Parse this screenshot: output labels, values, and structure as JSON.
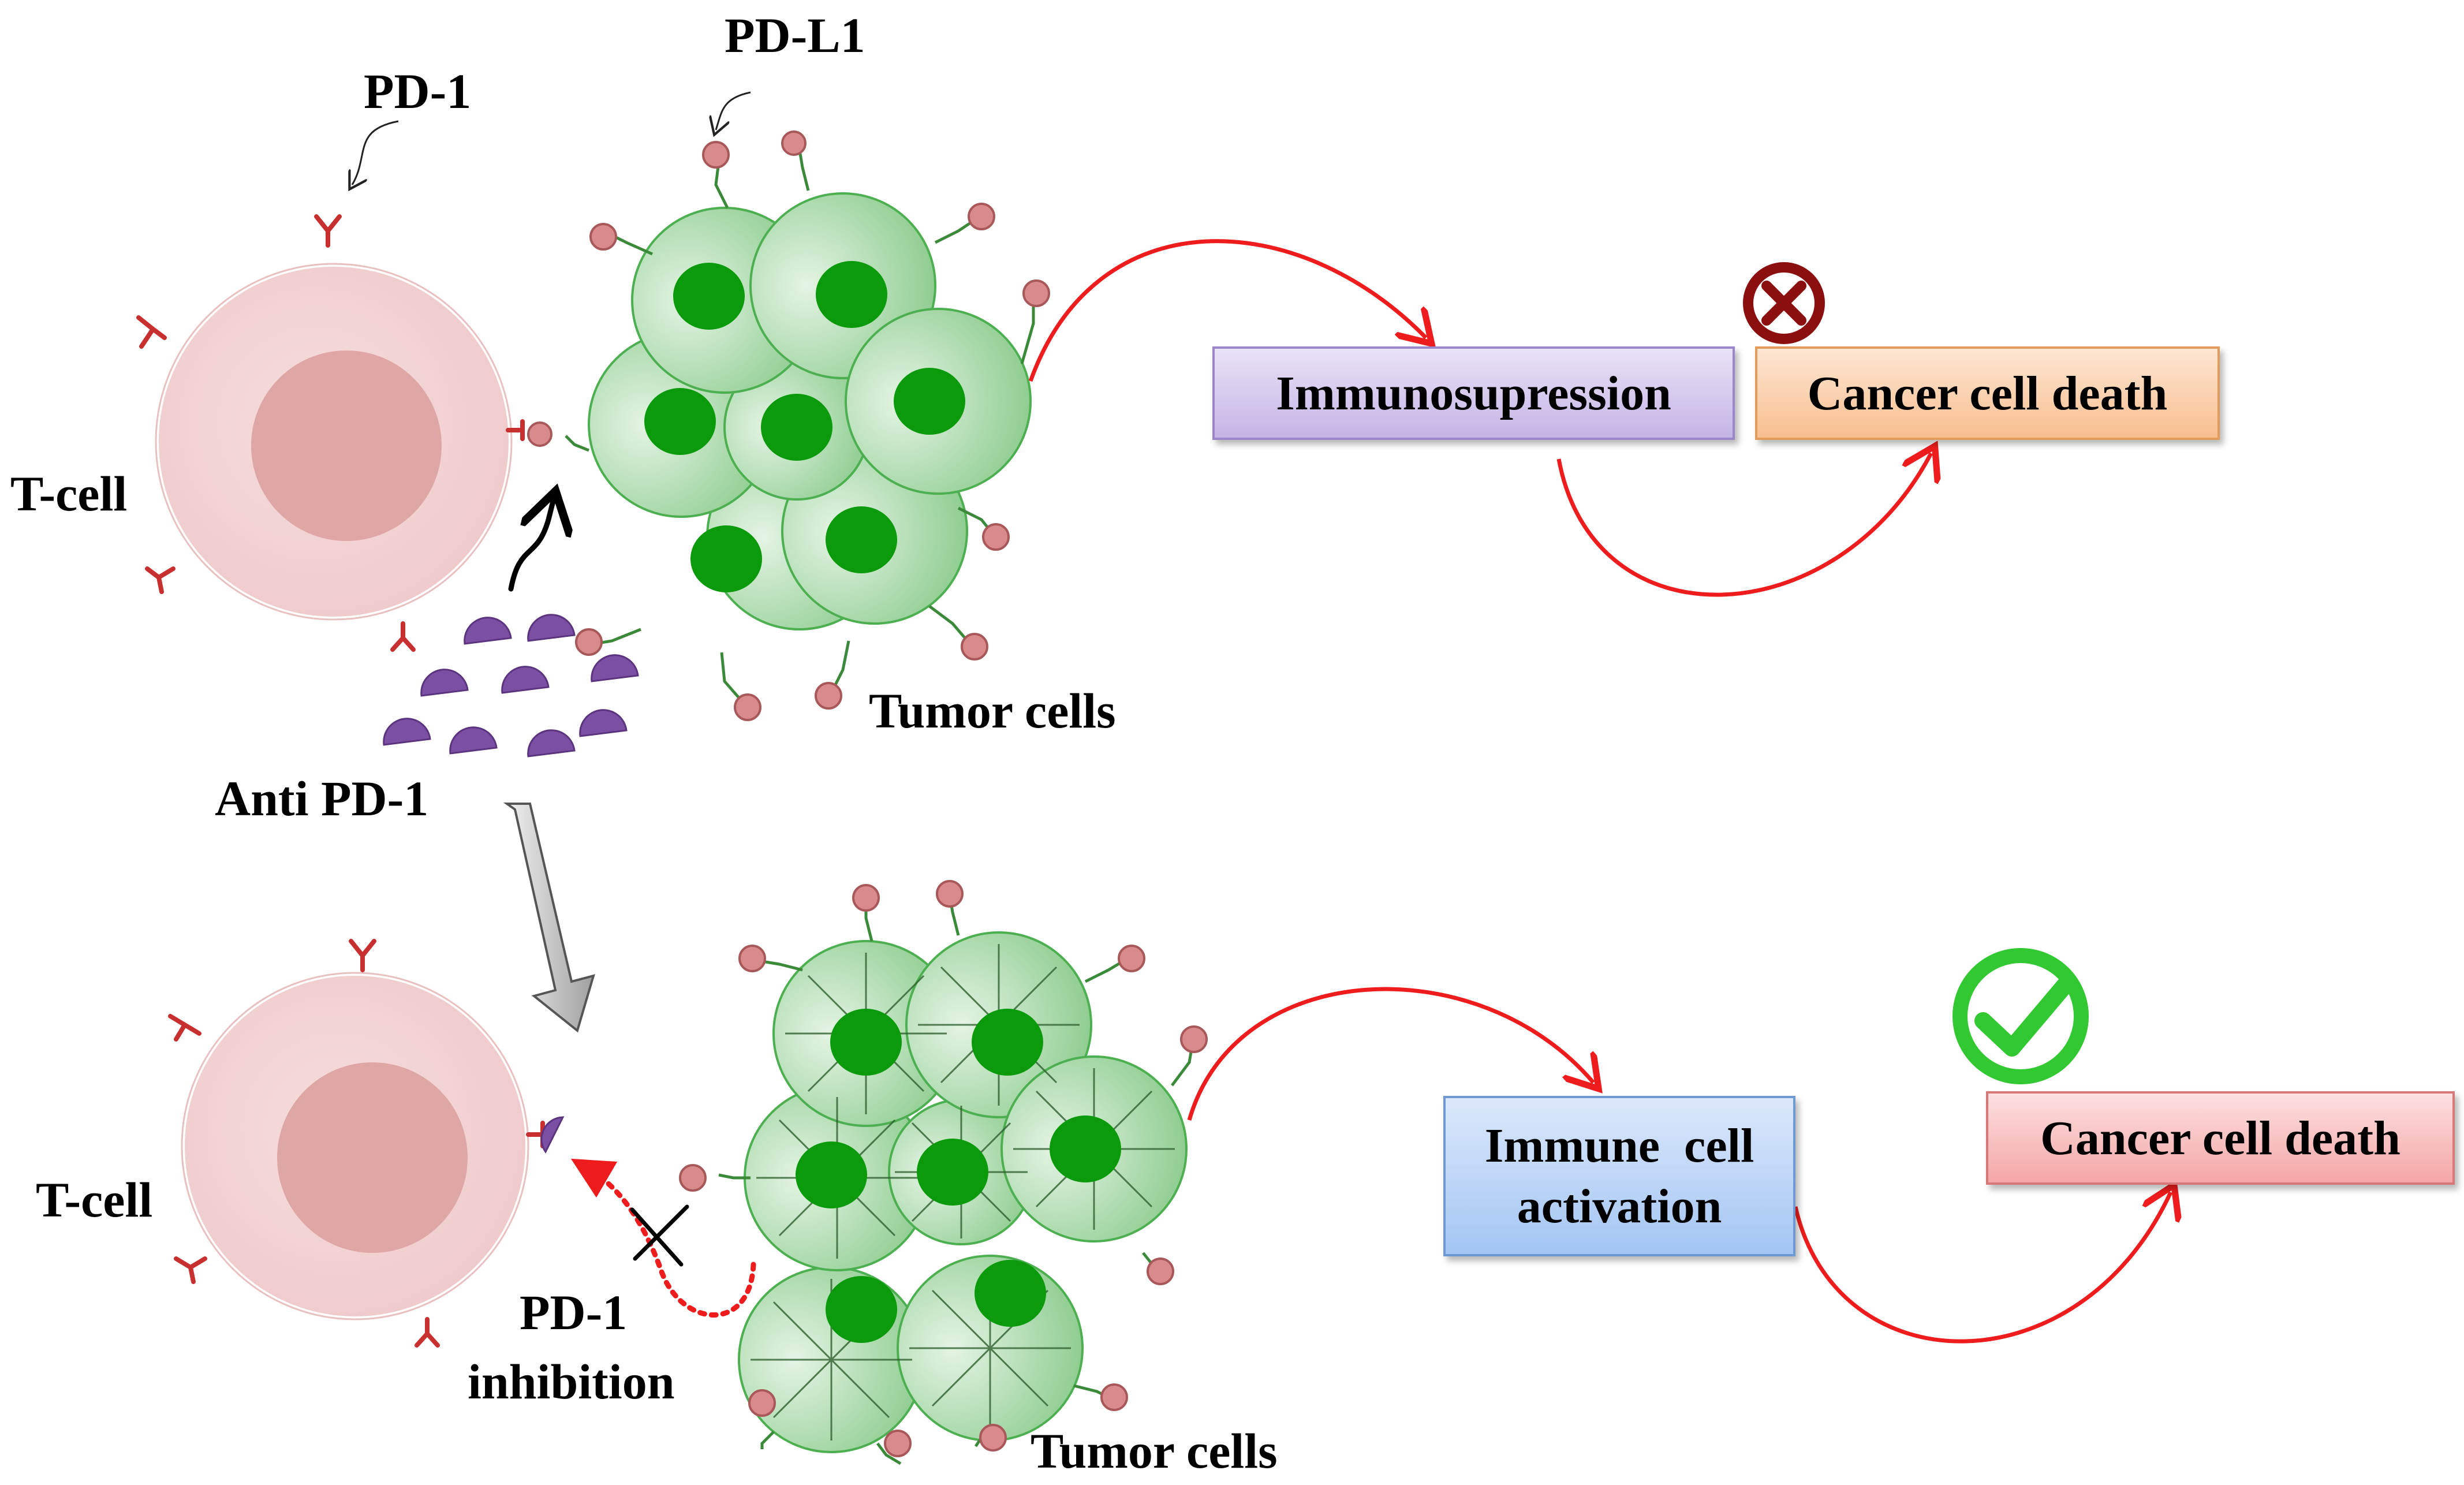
{
  "labels": {
    "pd1": "PD-1",
    "pdl1": "PD-L1",
    "tcell_top": "T-cell",
    "tcell_bottom": "T-cell",
    "tumor_top": "Tumor cells",
    "tumor_bottom": "Tumor cells",
    "anti_pd1": "Anti PD-1",
    "inhibition_line1": "PD-1",
    "inhibition_line2": "inhibition"
  },
  "boxes": {
    "immunosuppression": "Immunosupression",
    "cancer_death_blocked": "Cancer cell death",
    "immune_activation_line1": "Immune  cell",
    "immune_activation_line2": "activation",
    "cancer_death_enabled": "Cancer cell death"
  },
  "status_icons": {
    "blocked": "cross-circle-icon",
    "enabled": "check-circle-icon"
  },
  "colors": {
    "tcell": "#f3d3d3",
    "tcell_nucleus": "#dfa6a6",
    "receptor": "#c83030",
    "ligand": "#d98a8a",
    "tumor_cell": "#a9dcab",
    "tumor_nucleus": "#0b9a0b",
    "antibody": "#7b4fa3",
    "arrow_red": "#ee1c1c",
    "blocked_icon": "#8b0f0f",
    "enabled_icon": "#32c832"
  }
}
